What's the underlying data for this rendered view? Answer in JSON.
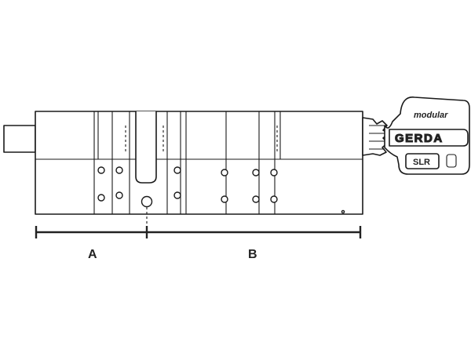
{
  "labels": {
    "a": "A",
    "b": "B"
  },
  "key": {
    "series": "modular",
    "brand": "GERDA",
    "code": "SLR"
  }
}
